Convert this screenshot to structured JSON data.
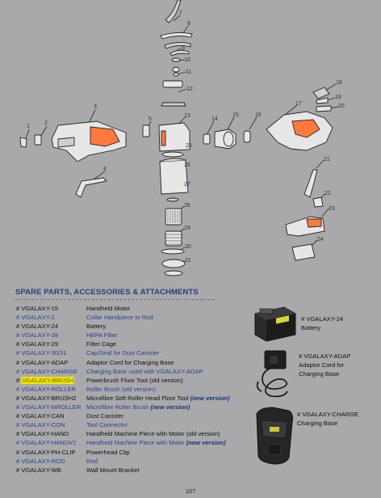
{
  "diagram": {
    "callouts": [
      "1",
      "2",
      "3",
      "4",
      "5",
      "7",
      "8",
      "9",
      "10",
      "11",
      "12",
      "13",
      "14",
      "15",
      "16",
      "17",
      "18",
      "19",
      "20",
      "21",
      "22",
      "23",
      "24",
      "25",
      "26",
      "27",
      "28",
      "29",
      "30",
      "31"
    ]
  },
  "section": {
    "title": "SPARE PARTS, ACCESSORIES & ATTACHMENTS"
  },
  "parts": [
    {
      "code": "# VGALAXY-15",
      "desc": "Handheld Motor",
      "color": "black"
    },
    {
      "code": "# VGALAXY-2",
      "desc": "Collar Handpiece to Rod",
      "color": "blue"
    },
    {
      "code": "# VGALAXY-24",
      "desc": "Battery",
      "color": "black"
    },
    {
      "code": "# VGALAXY-28",
      "desc": "HEPA Filter",
      "color": "blue"
    },
    {
      "code": "# VGALAXY-29",
      "desc": "Filter Cage",
      "color": "black"
    },
    {
      "code": "# VGALAXY-30/31",
      "desc": "Cap/Seal for Dust Canister",
      "color": "blue"
    },
    {
      "code": "# VGALAXY-ADAP",
      "desc": "Adaptor Cord for Charging Base",
      "color": "black"
    },
    {
      "code": "# VGALAXY-CHARGE",
      "desc": "Charging Base used with VGALAXY-ADAP",
      "color": "blue"
    },
    {
      "code_prefix": "# ",
      "code_highlight": "VGALAXY-BRUSH",
      "desc": "Powerbrush Floor Tool (old version)",
      "color": "black"
    },
    {
      "code": "# VGALAXY-ROLLER",
      "desc": "Roller Brush (old version)",
      "color": "blue"
    },
    {
      "code": "# VGALAXY-BRUSH2",
      "desc": "Microfibre Soft Roller Head Floor Tool",
      "suffix": "(new version)",
      "color": "black"
    },
    {
      "code": "# VGALAXY-MROLLER",
      "desc": "Microfibre Roller Brush",
      "suffix": "(new version)",
      "color": "blue"
    },
    {
      "code": "# VGALAXY-CAN",
      "desc": "Dust Canister",
      "color": "black"
    },
    {
      "code": "# VGALAXY-CON",
      "desc": "Tool Connector",
      "color": "blue"
    },
    {
      "code": "# VGALAXY-HAND",
      "desc": "Handheld Machine Piece with Motor (old version)",
      "color": "black"
    },
    {
      "code": "# VGALAXY-HANDV2",
      "desc": "Handheld Machine Piece with Motor",
      "suffix": "(new version)",
      "color": "blue"
    },
    {
      "code": "# VGALAXY-PH-CLIP",
      "desc": "Powerhead Clip",
      "color": "black"
    },
    {
      "code": "# VGALAXY-ROD",
      "desc": "Rod",
      "color": "blue"
    },
    {
      "code": "# VGALAXY-WB",
      "desc": "Wall Mount Bracket",
      "color": "black"
    }
  ],
  "products": [
    {
      "code": "# VGALAXY-24",
      "name": "Battery"
    },
    {
      "code": "# VGALAXY-ADAP",
      "name": "Adaptor Cord for",
      "name2": "Charging Base"
    },
    {
      "code": "# VGALAXY-CHARGE",
      "name": "Charging Base"
    }
  ],
  "page_number": "107"
}
